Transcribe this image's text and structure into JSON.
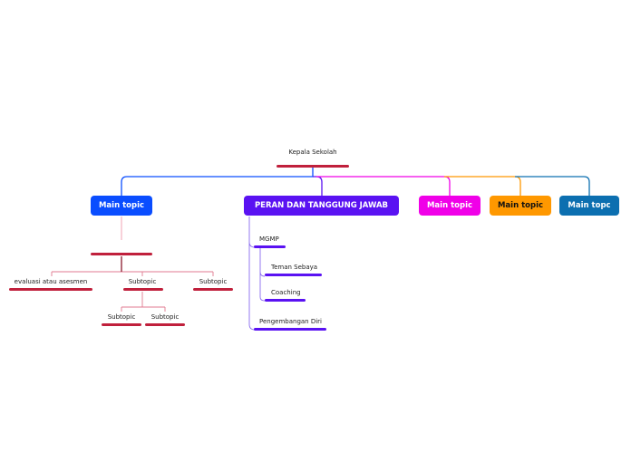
{
  "root": {
    "label": "Kepala Sekolah",
    "color": "#c0203c"
  },
  "main_topics": [
    {
      "label": "Main topic",
      "color": "#0a4dff",
      "text_color": "#ffffff"
    },
    {
      "label": "PERAN DAN TANGGUNG JAWAB",
      "color": "#5a12f2",
      "text_color": "#ffffff"
    },
    {
      "label": "Main topic",
      "color": "#f000e8",
      "text_color": "#ffffff"
    },
    {
      "label": "Main topic",
      "color": "#ff9800",
      "text_color": "#111111"
    },
    {
      "label": "Main topc",
      "color": "#0c6fb0",
      "text_color": "#ffffff"
    }
  ],
  "branch_left": {
    "color": "#c0203c",
    "line_color": "#e07a90",
    "children": [
      {
        "label": "evaluasi atau asesmen"
      },
      {
        "label": "Subtopic"
      },
      {
        "label": "Subtopic"
      }
    ],
    "grandchildren": [
      {
        "label": "Subtopic"
      },
      {
        "label": "Subtopic"
      }
    ]
  },
  "branch_peran": {
    "color": "#5a12f2",
    "line_color": "#8b6cf0",
    "children": [
      {
        "label": "MGMP"
      },
      {
        "label": "Teman Sebaya"
      },
      {
        "label": "Coaching"
      },
      {
        "label": "Pengembangan Diri"
      }
    ]
  }
}
